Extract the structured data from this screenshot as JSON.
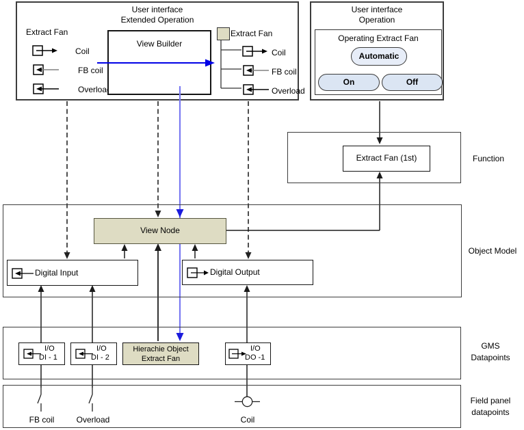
{
  "colors": {
    "beige_fill": "#dedcc3",
    "button_fill": "#dbe5f3",
    "button_fill_light": "#e7edf8",
    "flow_blue": "#0000e6",
    "flow_blue_soft": "#7a7af2",
    "line_dark": "#1b1b1b",
    "fb_line_gray": "#808080"
  },
  "ui_extended": {
    "title1": "User interface",
    "title2": "Extended Operation",
    "fan_left_label": "Extract Fan",
    "fan_right_label": "Extract Fan",
    "view_builder": "View Builder",
    "ports": {
      "coil": "Coil",
      "fb_coil": "FB coil",
      "overload": "Overload"
    }
  },
  "ui_operation": {
    "title1": "User interface",
    "title2": "Operation",
    "panel_title": "Operating Extract Fan",
    "btn_automatic": "Automatic",
    "btn_on": "On",
    "btn_off": "Off"
  },
  "function_layer": {
    "node_label": "Extract Fan (1st)",
    "side_label": "Function"
  },
  "object_model": {
    "view_node": "View Node",
    "digital_input": "Digital Input",
    "digital_output": "Digital Output",
    "side_label": "Object Model"
  },
  "gms": {
    "di1_io": "I/O",
    "di1_name": "DI - 1",
    "di2_io": "I/O",
    "di2_name": "DI - 2",
    "hier_line1": "Hierachie Object",
    "hier_line2": "Extract Fan",
    "do1_io": "I/O",
    "do1_name": "DO -1",
    "side_label1": "GMS",
    "side_label2": "Datapoints"
  },
  "field": {
    "fb_coil": "FB coil",
    "overload": "Overload",
    "coil": "Coil",
    "side_label1": "Field panel",
    "side_label2": "datapoints"
  }
}
